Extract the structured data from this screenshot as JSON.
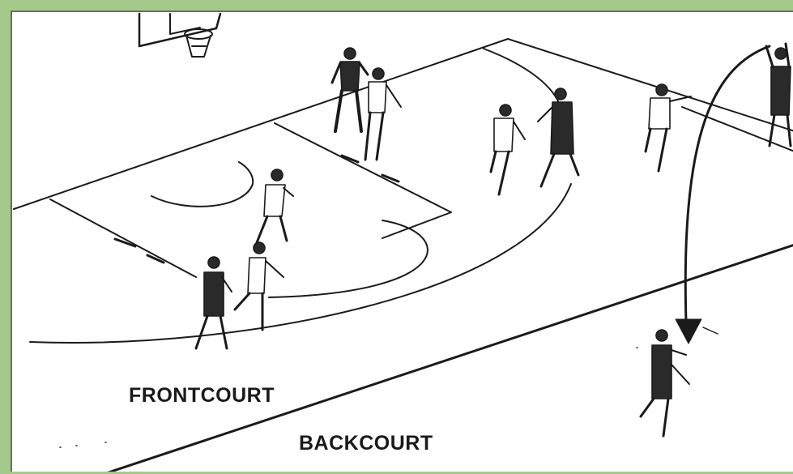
{
  "labels": {
    "frontcourt": "FRONTCOURT",
    "backcourt": "BACKCOURT"
  },
  "colors": {
    "frame": "#a4c98a",
    "court": "#ffffff",
    "line": "#1a1a1a",
    "jersey_dark": "#2a2a2a",
    "jersey_light": "#ffffff"
  },
  "players": [
    {
      "team": "dark"
    },
    {
      "team": "light"
    },
    {
      "team": "light"
    },
    {
      "team": "dark"
    },
    {
      "team": "light"
    },
    {
      "team": "dark"
    },
    {
      "team": "light"
    },
    {
      "team": "light"
    },
    {
      "team": "dark"
    },
    {
      "team": "dark"
    }
  ]
}
